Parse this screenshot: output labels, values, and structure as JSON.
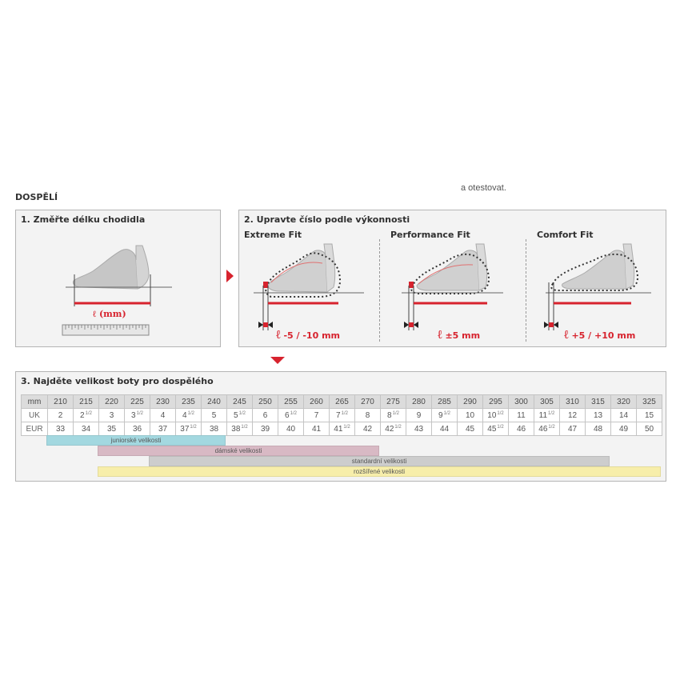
{
  "top_note": "a otestovat.",
  "section_title": "DOSPĚLÍ",
  "step1": {
    "title": "1. Změřte délku chodidla",
    "length_label": "ℓ (mm)"
  },
  "step2": {
    "title": "2. Upravte číslo podle výkonnosti",
    "fits": [
      {
        "title": "Extreme Fit",
        "label": "-5 / -10 mm"
      },
      {
        "title": "Performance Fit",
        "label": "±5 mm"
      },
      {
        "title": "Comfort Fit",
        "label": "+5 / +10 mm"
      }
    ],
    "ell_symbol": "ℓ"
  },
  "step3": {
    "title": "3. Najděte velikost boty pro dospělého",
    "row_headers": [
      "mm",
      "UK",
      "EUR"
    ],
    "mm": [
      "210",
      "215",
      "220",
      "225",
      "230",
      "235",
      "240",
      "245",
      "250",
      "255",
      "260",
      "265",
      "270",
      "275",
      "280",
      "285",
      "290",
      "295",
      "300",
      "305",
      "310",
      "315",
      "320",
      "325"
    ],
    "uk": [
      "2",
      "2",
      "3",
      "3",
      "4",
      "4",
      "5",
      "5",
      "6",
      "6",
      "7",
      "7",
      "8",
      "8",
      "9",
      "9",
      "10",
      "10",
      "11",
      "11",
      "12",
      "13",
      "14",
      "15"
    ],
    "uk_half": [
      "",
      "1/2",
      "",
      "1/2",
      "",
      "1/2",
      "",
      "1/2",
      "",
      "1/2",
      "",
      "1/2",
      "",
      "1/2",
      "",
      "1/2",
      "",
      "1/2",
      "",
      "1/2",
      "",
      "",
      "",
      ""
    ],
    "eur": [
      "33",
      "34",
      "35",
      "36",
      "37",
      "37",
      "38",
      "38",
      "39",
      "40",
      "41",
      "41",
      "42",
      "42",
      "43",
      "44",
      "45",
      "45",
      "46",
      "46",
      "47",
      "48",
      "49",
      "50"
    ],
    "eur_half": [
      "",
      "",
      "",
      "",
      "",
      "1/2",
      "",
      "1/2",
      "",
      "",
      "",
      "1/2",
      "",
      "1/2",
      "",
      "",
      "",
      "1/2",
      "",
      "1/2",
      "",
      "",
      "",
      ""
    ],
    "bands": [
      {
        "label": "juniorské velikosti",
        "color": "#a3d8e0"
      },
      {
        "label": "dámské velikosti",
        "color": "#d8b9c4"
      },
      {
        "label": "standardní velikosti",
        "color": "#cdcdcd"
      },
      {
        "label": "rozšířené velikosti",
        "color": "#f7eeaa"
      }
    ]
  },
  "colors": {
    "accent": "#d7232e",
    "panel_bg": "#f3f3f3",
    "border": "#b5b5b5"
  }
}
